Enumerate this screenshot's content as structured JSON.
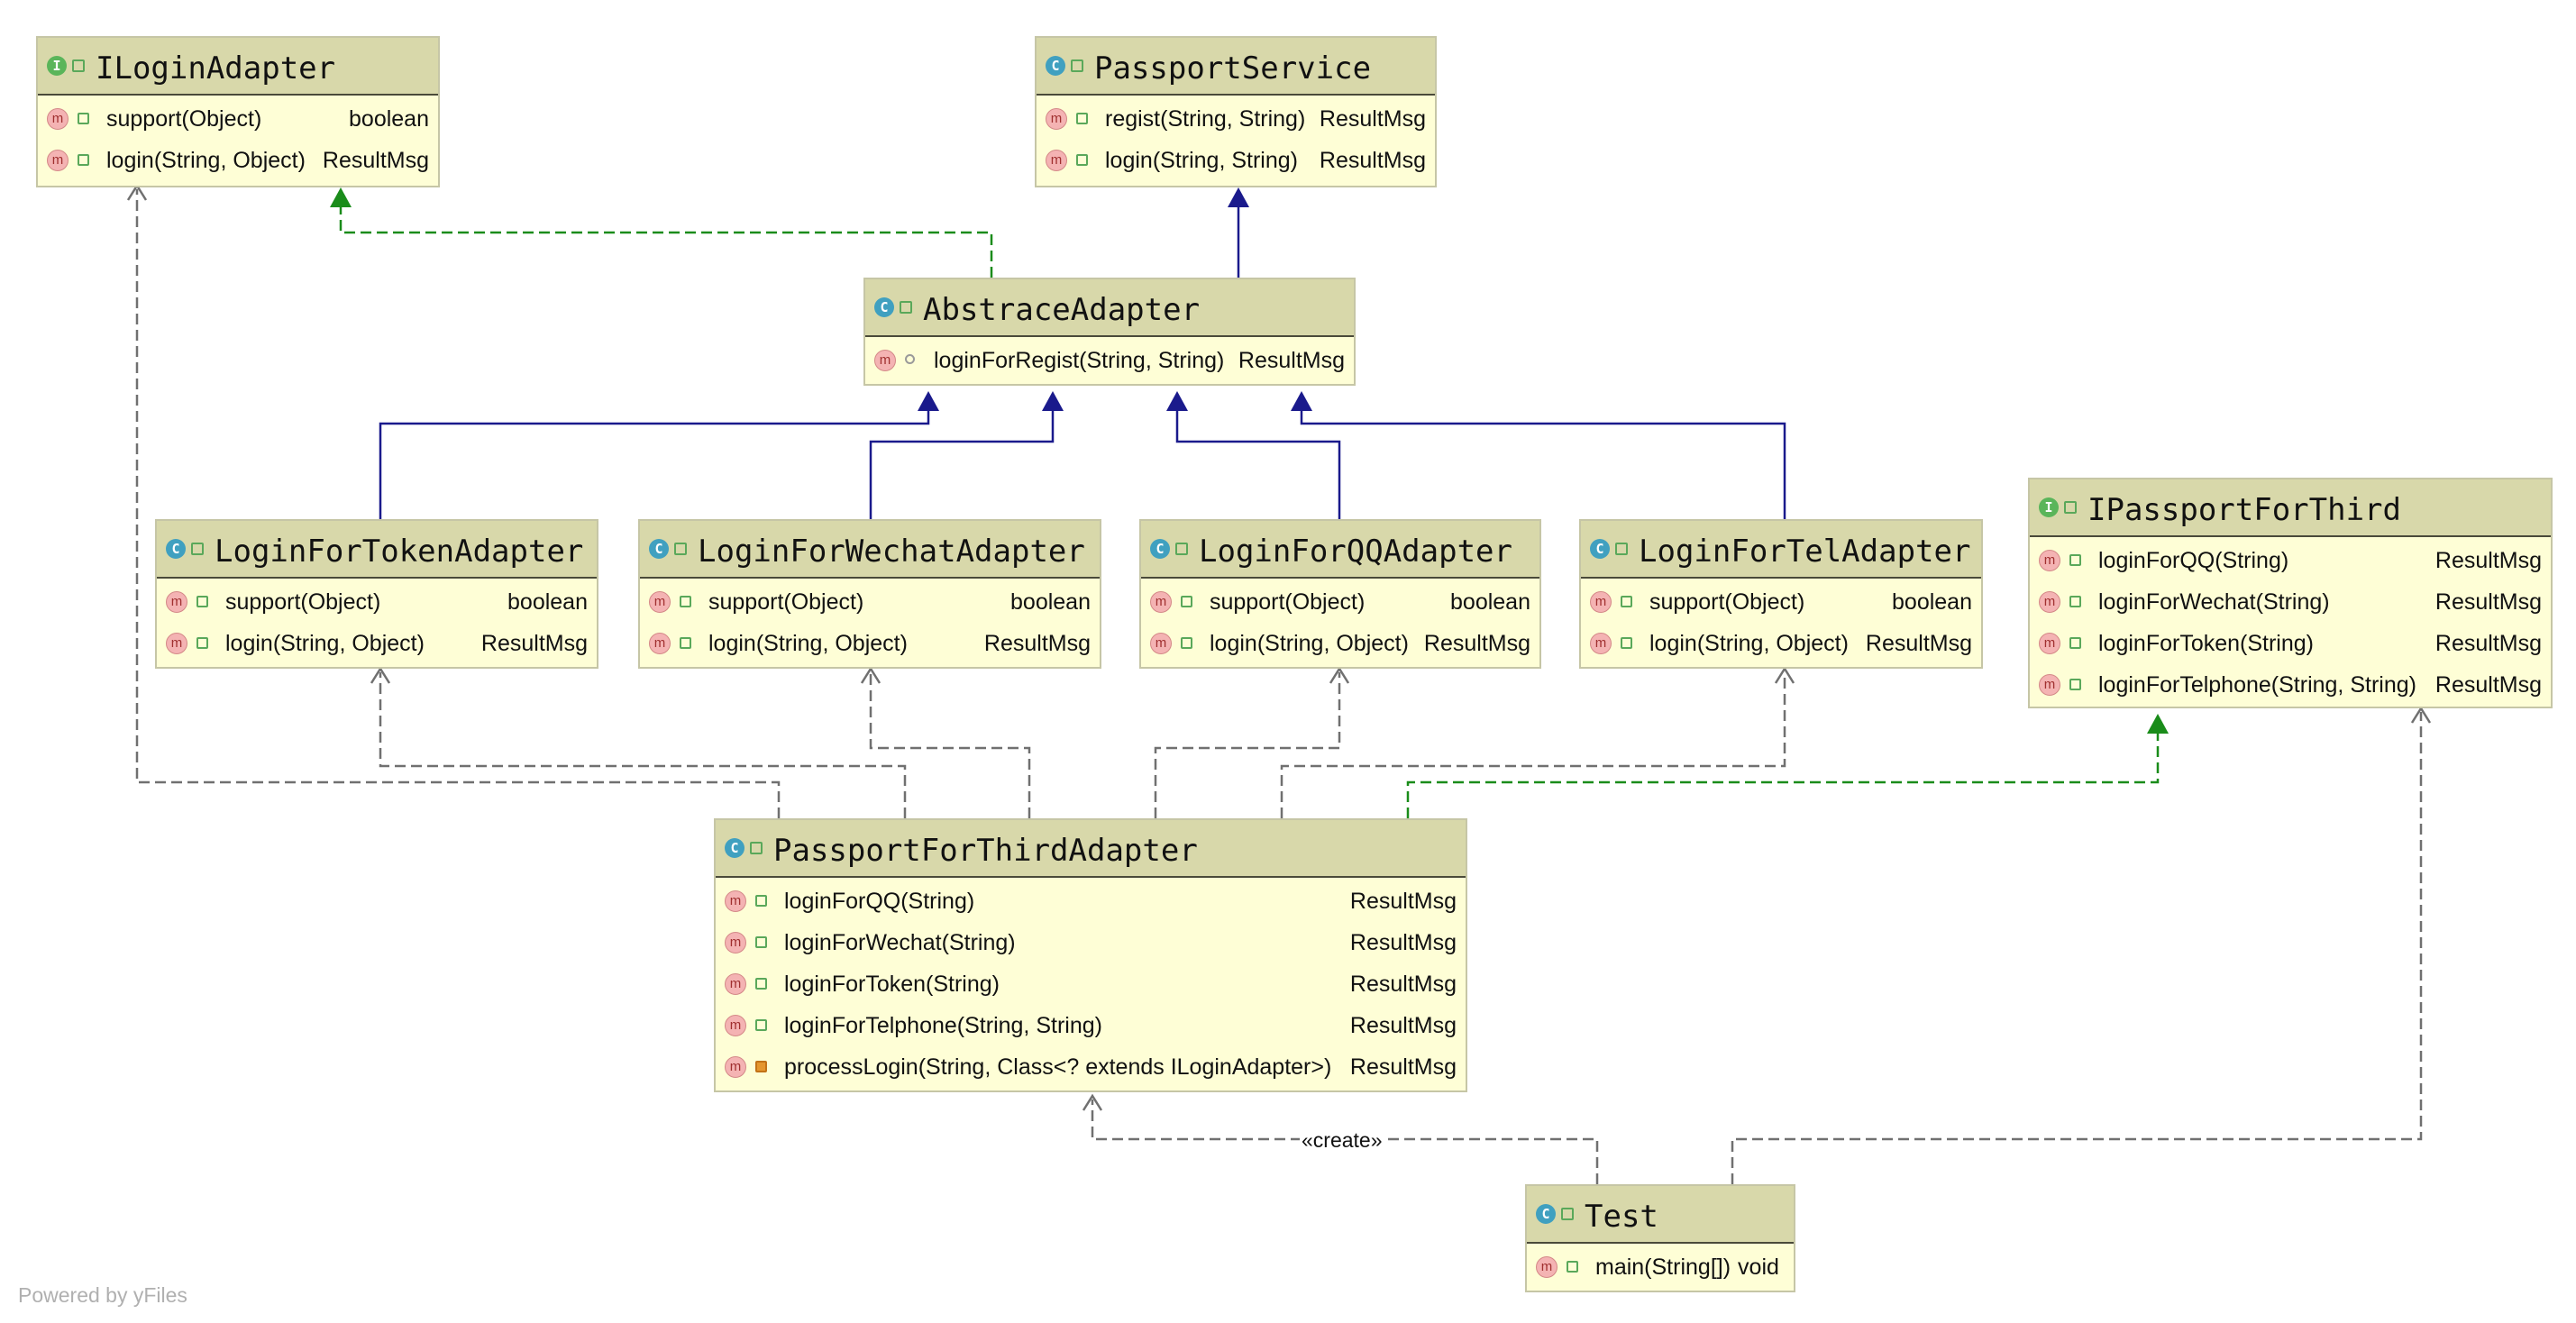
{
  "nodes": {
    "iloginadapter": {
      "icon": "I",
      "name": "ILoginAdapter",
      "methods": [
        {
          "sig": "support(Object)",
          "ret": "boolean",
          "vis": "public"
        },
        {
          "sig": "login(String, Object)",
          "ret": "ResultMsg",
          "vis": "public"
        }
      ]
    },
    "passportservice": {
      "icon": "C",
      "name": "PassportService",
      "methods": [
        {
          "sig": "regist(String, String)",
          "ret": "ResultMsg",
          "vis": "public"
        },
        {
          "sig": "login(String, String)",
          "ret": "ResultMsg",
          "vis": "public"
        }
      ]
    },
    "abstraceadapter": {
      "icon": "C",
      "name": "AbstraceAdapter",
      "methods": [
        {
          "sig": "loginForRegist(String, String)",
          "ret": "ResultMsg",
          "vis": "protected"
        }
      ]
    },
    "loginfortokenadapter": {
      "icon": "C",
      "name": "LoginForTokenAdapter",
      "methods": [
        {
          "sig": "support(Object)",
          "ret": "boolean",
          "vis": "public"
        },
        {
          "sig": "login(String, Object)",
          "ret": "ResultMsg",
          "vis": "public"
        }
      ]
    },
    "loginforwechatadapter": {
      "icon": "C",
      "name": "LoginForWechatAdapter",
      "methods": [
        {
          "sig": "support(Object)",
          "ret": "boolean",
          "vis": "public"
        },
        {
          "sig": "login(String, Object)",
          "ret": "ResultMsg",
          "vis": "public"
        }
      ]
    },
    "loginforqqadapter": {
      "icon": "C",
      "name": "LoginForQQAdapter",
      "methods": [
        {
          "sig": "support(Object)",
          "ret": "boolean",
          "vis": "public"
        },
        {
          "sig": "login(String, Object)",
          "ret": "ResultMsg",
          "vis": "public"
        }
      ]
    },
    "loginforteladapter": {
      "icon": "C",
      "name": "LoginForTelAdapter",
      "methods": [
        {
          "sig": "support(Object)",
          "ret": "boolean",
          "vis": "public"
        },
        {
          "sig": "login(String, Object)",
          "ret": "ResultMsg",
          "vis": "public"
        }
      ]
    },
    "ipassportforthird": {
      "icon": "I",
      "name": "IPassportForThird",
      "methods": [
        {
          "sig": "loginForQQ(String)",
          "ret": "ResultMsg",
          "vis": "public"
        },
        {
          "sig": "loginForWechat(String)",
          "ret": "ResultMsg",
          "vis": "public"
        },
        {
          "sig": "loginForToken(String)",
          "ret": "ResultMsg",
          "vis": "public"
        },
        {
          "sig": "loginForTelphone(String, String)",
          "ret": "ResultMsg",
          "vis": "public"
        }
      ]
    },
    "passportforthirdadapter": {
      "icon": "C",
      "name": "PassportForThirdAdapter",
      "methods": [
        {
          "sig": "loginForQQ(String)",
          "ret": "ResultMsg",
          "vis": "public"
        },
        {
          "sig": "loginForWechat(String)",
          "ret": "ResultMsg",
          "vis": "public"
        },
        {
          "sig": "loginForToken(String)",
          "ret": "ResultMsg",
          "vis": "public"
        },
        {
          "sig": "loginForTelphone(String, String)",
          "ret": "ResultMsg",
          "vis": "public"
        },
        {
          "sig": "processLogin(String, Class<? extends ILoginAdapter>)",
          "ret": "ResultMsg",
          "vis": "private"
        }
      ]
    },
    "test": {
      "icon": "C",
      "name": "Test",
      "methods": [
        {
          "sig": "main(String[])",
          "ret": "void",
          "vis": "public"
        }
      ]
    }
  },
  "edges": [
    {
      "from": "abstraceadapter",
      "to": "iloginadapter",
      "kind": "realization"
    },
    {
      "from": "abstraceadapter",
      "to": "passportservice",
      "kind": "generalization"
    },
    {
      "from": "loginfortokenadapter",
      "to": "abstraceadapter",
      "kind": "generalization"
    },
    {
      "from": "loginforwechatadapter",
      "to": "abstraceadapter",
      "kind": "generalization"
    },
    {
      "from": "loginforqqadapter",
      "to": "abstraceadapter",
      "kind": "generalization"
    },
    {
      "from": "loginforteladapter",
      "to": "abstraceadapter",
      "kind": "generalization"
    },
    {
      "from": "passportforthirdadapter",
      "to": "ipassportforthird",
      "kind": "realization"
    },
    {
      "from": "passportforthirdadapter",
      "to": "iloginadapter",
      "kind": "dependency"
    },
    {
      "from": "passportforthirdadapter",
      "to": "loginfortokenadapter",
      "kind": "dependency"
    },
    {
      "from": "passportforthirdadapter",
      "to": "loginforwechatadapter",
      "kind": "dependency"
    },
    {
      "from": "passportforthirdadapter",
      "to": "loginforqqadapter",
      "kind": "dependency"
    },
    {
      "from": "passportforthirdadapter",
      "to": "loginforteladapter",
      "kind": "dependency"
    },
    {
      "from": "test",
      "to": "passportforthirdadapter",
      "kind": "dependency",
      "label": "«create»"
    },
    {
      "from": "test",
      "to": "ipassportforthird",
      "kind": "dependency"
    }
  ],
  "create_label": "«create»",
  "footer": "Powered by yFiles",
  "colors": {
    "generalization": "#1a1a8c",
    "realization": "#1a8c1a",
    "dependency": "#707070",
    "node_fill": "#fefed6",
    "header_fill": "#d8d8aa"
  }
}
